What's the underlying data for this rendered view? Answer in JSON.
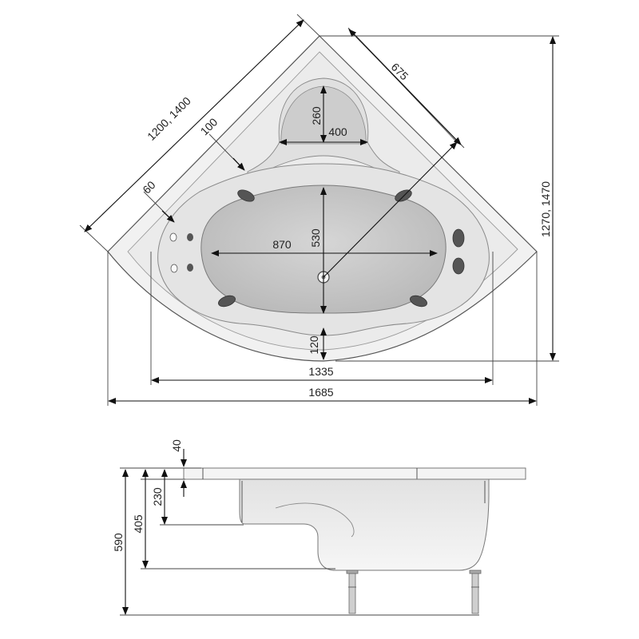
{
  "top_view": {
    "headrest_height": "260",
    "headrest_width": "400",
    "side_length": "1200, 1400",
    "ledge_width": "100",
    "ledge_small": "60",
    "front_diagonal": "675",
    "interior_length": "870",
    "interior_width": "530",
    "front_rim": "120",
    "inner_width": "1335",
    "overall_width": "1685",
    "overall_depth": "1270, 1470"
  },
  "side_view": {
    "rim_thickness": "40",
    "seat_depth": "230",
    "bottom_depth": "405",
    "total_height": "590"
  }
}
